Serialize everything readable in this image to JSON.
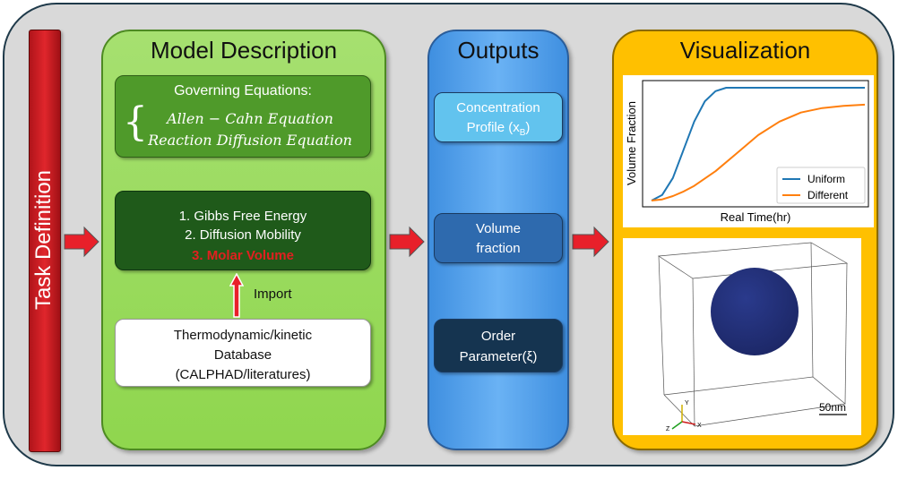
{
  "task": {
    "label": "Task Definition"
  },
  "model": {
    "title": "Model Description",
    "governing_title": "Governing Equations:",
    "equations": [
      "Allen − Cahn Equation",
      "Reaction Diffusion Equation"
    ],
    "inputs": [
      "1. Gibbs Free Energy",
      "2. Diffusion Mobility",
      "3. Molar Volume"
    ],
    "import_label": "Import",
    "database": [
      "Thermodynamic/kinetic",
      "Database",
      "(CALPHAD/literatures)"
    ]
  },
  "outputs": {
    "title": "Outputs",
    "items": [
      {
        "line1": "Concentration",
        "line2": "Profile (x",
        "sub": "B",
        "line2_end": ")"
      },
      {
        "line1": "Volume",
        "line2": "fraction"
      },
      {
        "line1": "Order",
        "line2": "Parameter(ξ)"
      }
    ]
  },
  "visualization": {
    "title": "Visualization",
    "scale_bar": "50nm",
    "axis_labels": {
      "y": "Y",
      "z": "Z",
      "x": "X"
    }
  },
  "chart_data": {
    "type": "line",
    "xlabel": "Real Time(hr)",
    "ylabel": "Volume Fraction",
    "legend_position": "bottom-right",
    "grid": false,
    "series": [
      {
        "name": "Uniform",
        "color": "#1f77b4",
        "x": [
          0,
          0.05,
          0.1,
          0.15,
          0.2,
          0.25,
          0.3,
          0.35,
          0.4,
          0.5,
          0.6,
          0.7,
          0.8,
          0.9,
          1.0
        ],
        "y": [
          0.0,
          0.05,
          0.2,
          0.45,
          0.7,
          0.88,
          0.97,
          1.0,
          1.0,
          1.0,
          1.0,
          1.0,
          1.0,
          1.0,
          1.0
        ]
      },
      {
        "name": "Different",
        "color": "#ff7f0e",
        "x": [
          0,
          0.05,
          0.1,
          0.15,
          0.2,
          0.3,
          0.4,
          0.5,
          0.6,
          0.7,
          0.8,
          0.9,
          1.0
        ],
        "y": [
          0.0,
          0.01,
          0.04,
          0.08,
          0.13,
          0.26,
          0.42,
          0.58,
          0.7,
          0.78,
          0.82,
          0.84,
          0.85
        ]
      }
    ]
  }
}
